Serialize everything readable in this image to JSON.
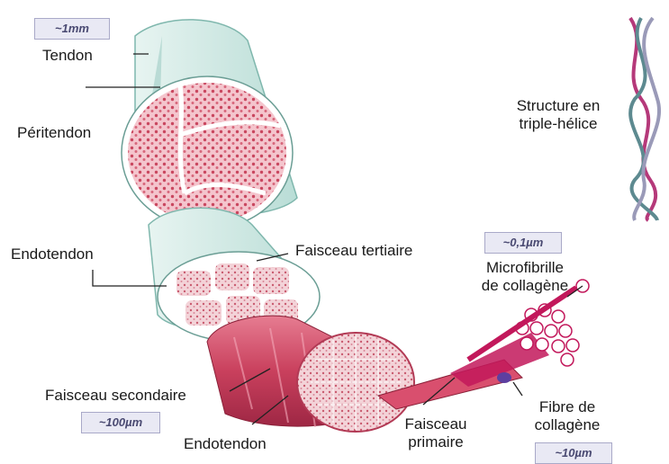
{
  "scale_badges": {
    "tendon": "~1mm",
    "secondary": "~100µm",
    "microfibril": "~0,1µm",
    "fiber": "~10µm"
  },
  "labels": {
    "tendon": "Tendon",
    "peritendon": "Péritendon",
    "endotendon_top": "Endotendon",
    "tertiary_bundle": "Faisceau tertiaire",
    "triple_helix_1": "Structure en",
    "triple_helix_2": "triple-hélice",
    "microfibril_1": "Microfibrille",
    "microfibril_2": "de collagène",
    "secondary_bundle": "Faisceau secondaire",
    "endotendon_bottom": "Endotendon",
    "primary_bundle_1": "Faisceau",
    "primary_bundle_2": "primaire",
    "fiber_1": "Fibre de",
    "fiber_2": "collagène"
  },
  "colors": {
    "sheath": "#cfe8e3",
    "sheath_edge": "#7fb7ad",
    "tissue": "#f0b8c2",
    "tissue_dots": "#c9475f",
    "muscle": "#d4566f",
    "fibril": "#c2185b",
    "helix_a": "#b5397a",
    "helix_b": "#5d8a90",
    "helix_c": "#9a9ab8"
  }
}
